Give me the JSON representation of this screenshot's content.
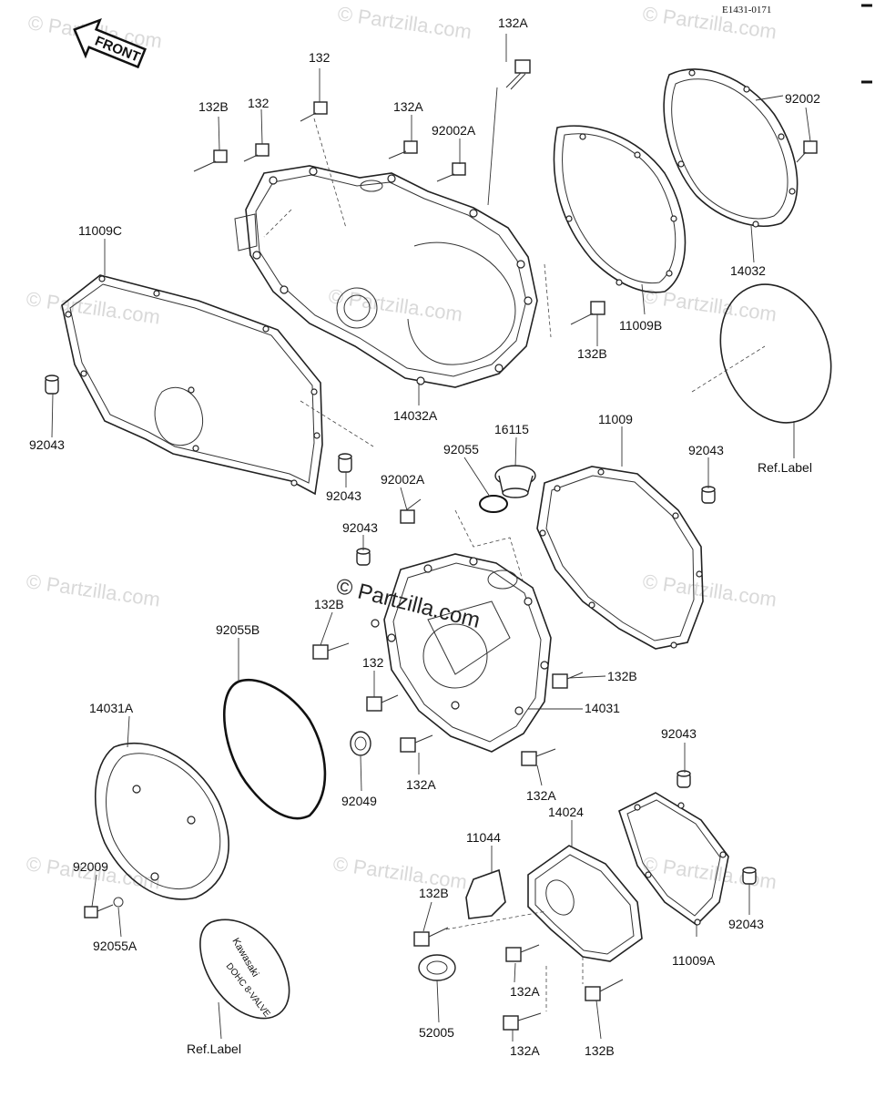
{
  "diagram": {
    "code": "E1431-0171",
    "front_label": "FRONT",
    "ref_label_top": "Ref.Label",
    "ref_label_bottom": "Ref.Label",
    "badge_text_1": "Kawasaki",
    "badge_text_2": "DOHC 8-VALVE",
    "watermark": "© Partzilla.com",
    "center_watermark": "© Partzilla.com"
  },
  "callouts": [
    {
      "id": "c1",
      "text": "132A"
    },
    {
      "id": "c2",
      "text": "132"
    },
    {
      "id": "c3",
      "text": "132B"
    },
    {
      "id": "c4",
      "text": "132"
    },
    {
      "id": "c5",
      "text": "132A"
    },
    {
      "id": "c6",
      "text": "92002A"
    },
    {
      "id": "c7",
      "text": "92002"
    },
    {
      "id": "c8",
      "text": "11009C"
    },
    {
      "id": "c9",
      "text": "14032"
    },
    {
      "id": "c10",
      "text": "11009B"
    },
    {
      "id": "c11",
      "text": "132B"
    },
    {
      "id": "c12",
      "text": "92043"
    },
    {
      "id": "c13",
      "text": "14032A"
    },
    {
      "id": "c14",
      "text": "Ref.Label"
    },
    {
      "id": "c15",
      "text": "92043"
    },
    {
      "id": "c16",
      "text": "16115"
    },
    {
      "id": "c17",
      "text": "92055"
    },
    {
      "id": "c18",
      "text": "11009"
    },
    {
      "id": "c19",
      "text": "92043"
    },
    {
      "id": "c20",
      "text": "92002A"
    },
    {
      "id": "c21",
      "text": "92043"
    },
    {
      "id": "c22",
      "text": "132B"
    },
    {
      "id": "c23",
      "text": "92055B"
    },
    {
      "id": "c24",
      "text": "132"
    },
    {
      "id": "c25",
      "text": "132B"
    },
    {
      "id": "c26",
      "text": "14031"
    },
    {
      "id": "c27",
      "text": "14031A"
    },
    {
      "id": "c28",
      "text": "92049"
    },
    {
      "id": "c29",
      "text": "132A"
    },
    {
      "id": "c30",
      "text": "132A"
    },
    {
      "id": "c31",
      "text": "92043"
    },
    {
      "id": "c32",
      "text": "11044"
    },
    {
      "id": "c33",
      "text": "14024"
    },
    {
      "id": "c34",
      "text": "92009"
    },
    {
      "id": "c35",
      "text": "132B"
    },
    {
      "id": "c36",
      "text": "92055A"
    },
    {
      "id": "c37",
      "text": "92043"
    },
    {
      "id": "c38",
      "text": "11009A"
    },
    {
      "id": "c39",
      "text": "132A"
    },
    {
      "id": "c40",
      "text": "52005"
    },
    {
      "id": "c41",
      "text": "132A"
    },
    {
      "id": "c42",
      "text": "132B"
    },
    {
      "id": "c43",
      "text": "Ref.Label"
    }
  ]
}
